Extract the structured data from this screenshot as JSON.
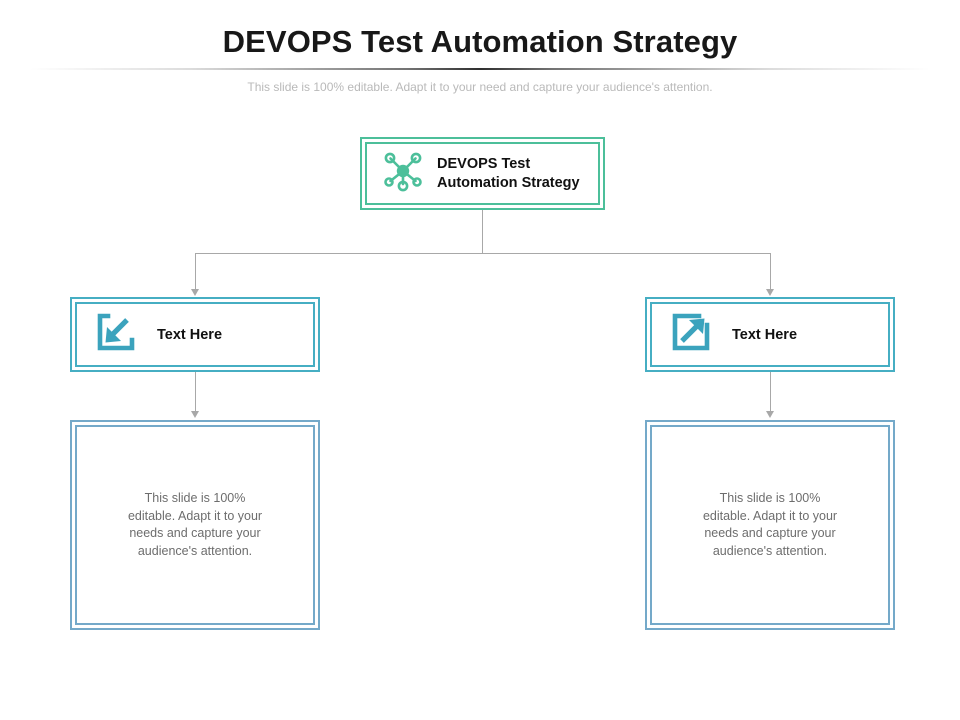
{
  "header": {
    "title": "DEVOPS Test Automation Strategy",
    "subtitle": "This slide is 100% editable. Adapt it to your need and capture your audience's attention."
  },
  "colors": {
    "root_border": "#4cbf9a",
    "mid_border": "#46aec3",
    "bottom_border": "#74a9c9",
    "connector": "#a8a8a8",
    "title_text": "#181818",
    "subtitle_text": "#b9b9b9",
    "body_text": "#6d6d6d"
  },
  "diagram": {
    "root": {
      "label": "DEVOPS Test\nAutomation Strategy",
      "icon": "network-hub-icon"
    },
    "branches": [
      {
        "side": "left",
        "node": {
          "label": "Text Here",
          "icon": "arrow-into-box-icon"
        },
        "detail": {
          "text": "This slide is 100%\neditable. Adapt it to your\nneeds and capture your\naudience's attention."
        }
      },
      {
        "side": "right",
        "node": {
          "label": "Text Here",
          "icon": "external-link-icon"
        },
        "detail": {
          "text": "This slide is 100%\neditable. Adapt it to your\nneeds and capture your\naudience's attention."
        }
      }
    ]
  }
}
